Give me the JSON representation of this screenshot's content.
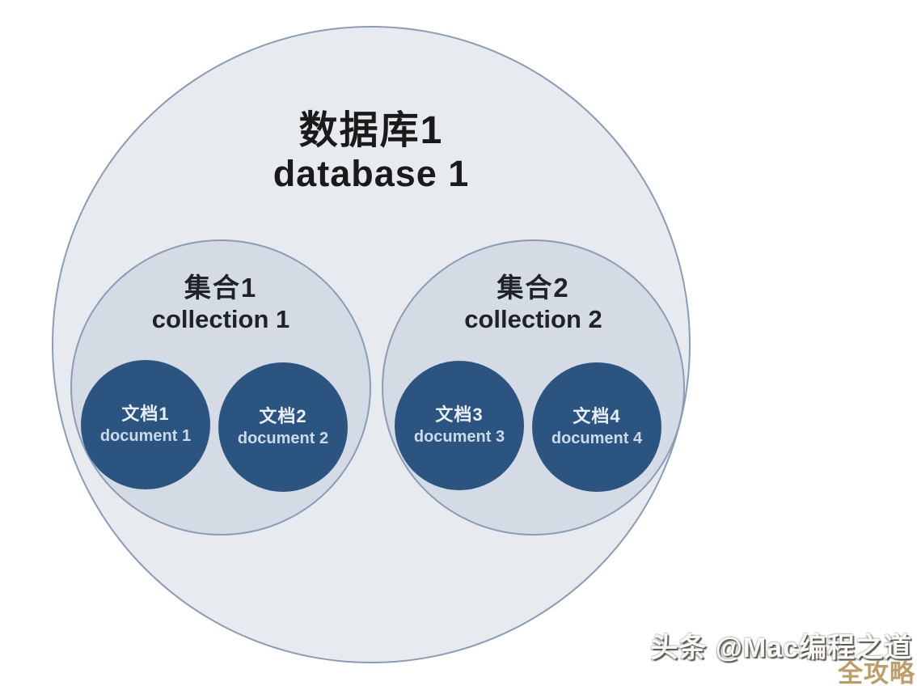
{
  "diagram": {
    "type": "nested-venn-structure",
    "topic": "MongoDB database / collection / document hierarchy",
    "database": {
      "label_zh": "数据库1",
      "label_en": "database 1"
    },
    "collections": [
      {
        "label_zh": "集合1",
        "label_en": "collection 1",
        "documents": [
          {
            "label_zh": "文档1",
            "label_en": "document 1"
          },
          {
            "label_zh": "文档2",
            "label_en": "document 2"
          }
        ]
      },
      {
        "label_zh": "集合2",
        "label_en": "collection 2",
        "documents": [
          {
            "label_zh": "文档3",
            "label_en": "document 3"
          },
          {
            "label_zh": "文档4",
            "label_en": "document 4"
          }
        ]
      }
    ],
    "colors": {
      "database_fill": "#e7ebf0",
      "collection_fill": "#d4dbe4",
      "ellipse_border": "#8b9cb5",
      "document_fill": "#2b5580",
      "document_text": "#e9eff7",
      "title_text": "#1a1a1a",
      "badge_gold": "#be9e66"
    }
  },
  "watermark": {
    "credit": "头条 @Mac编程之道",
    "badge": "全攻略"
  }
}
